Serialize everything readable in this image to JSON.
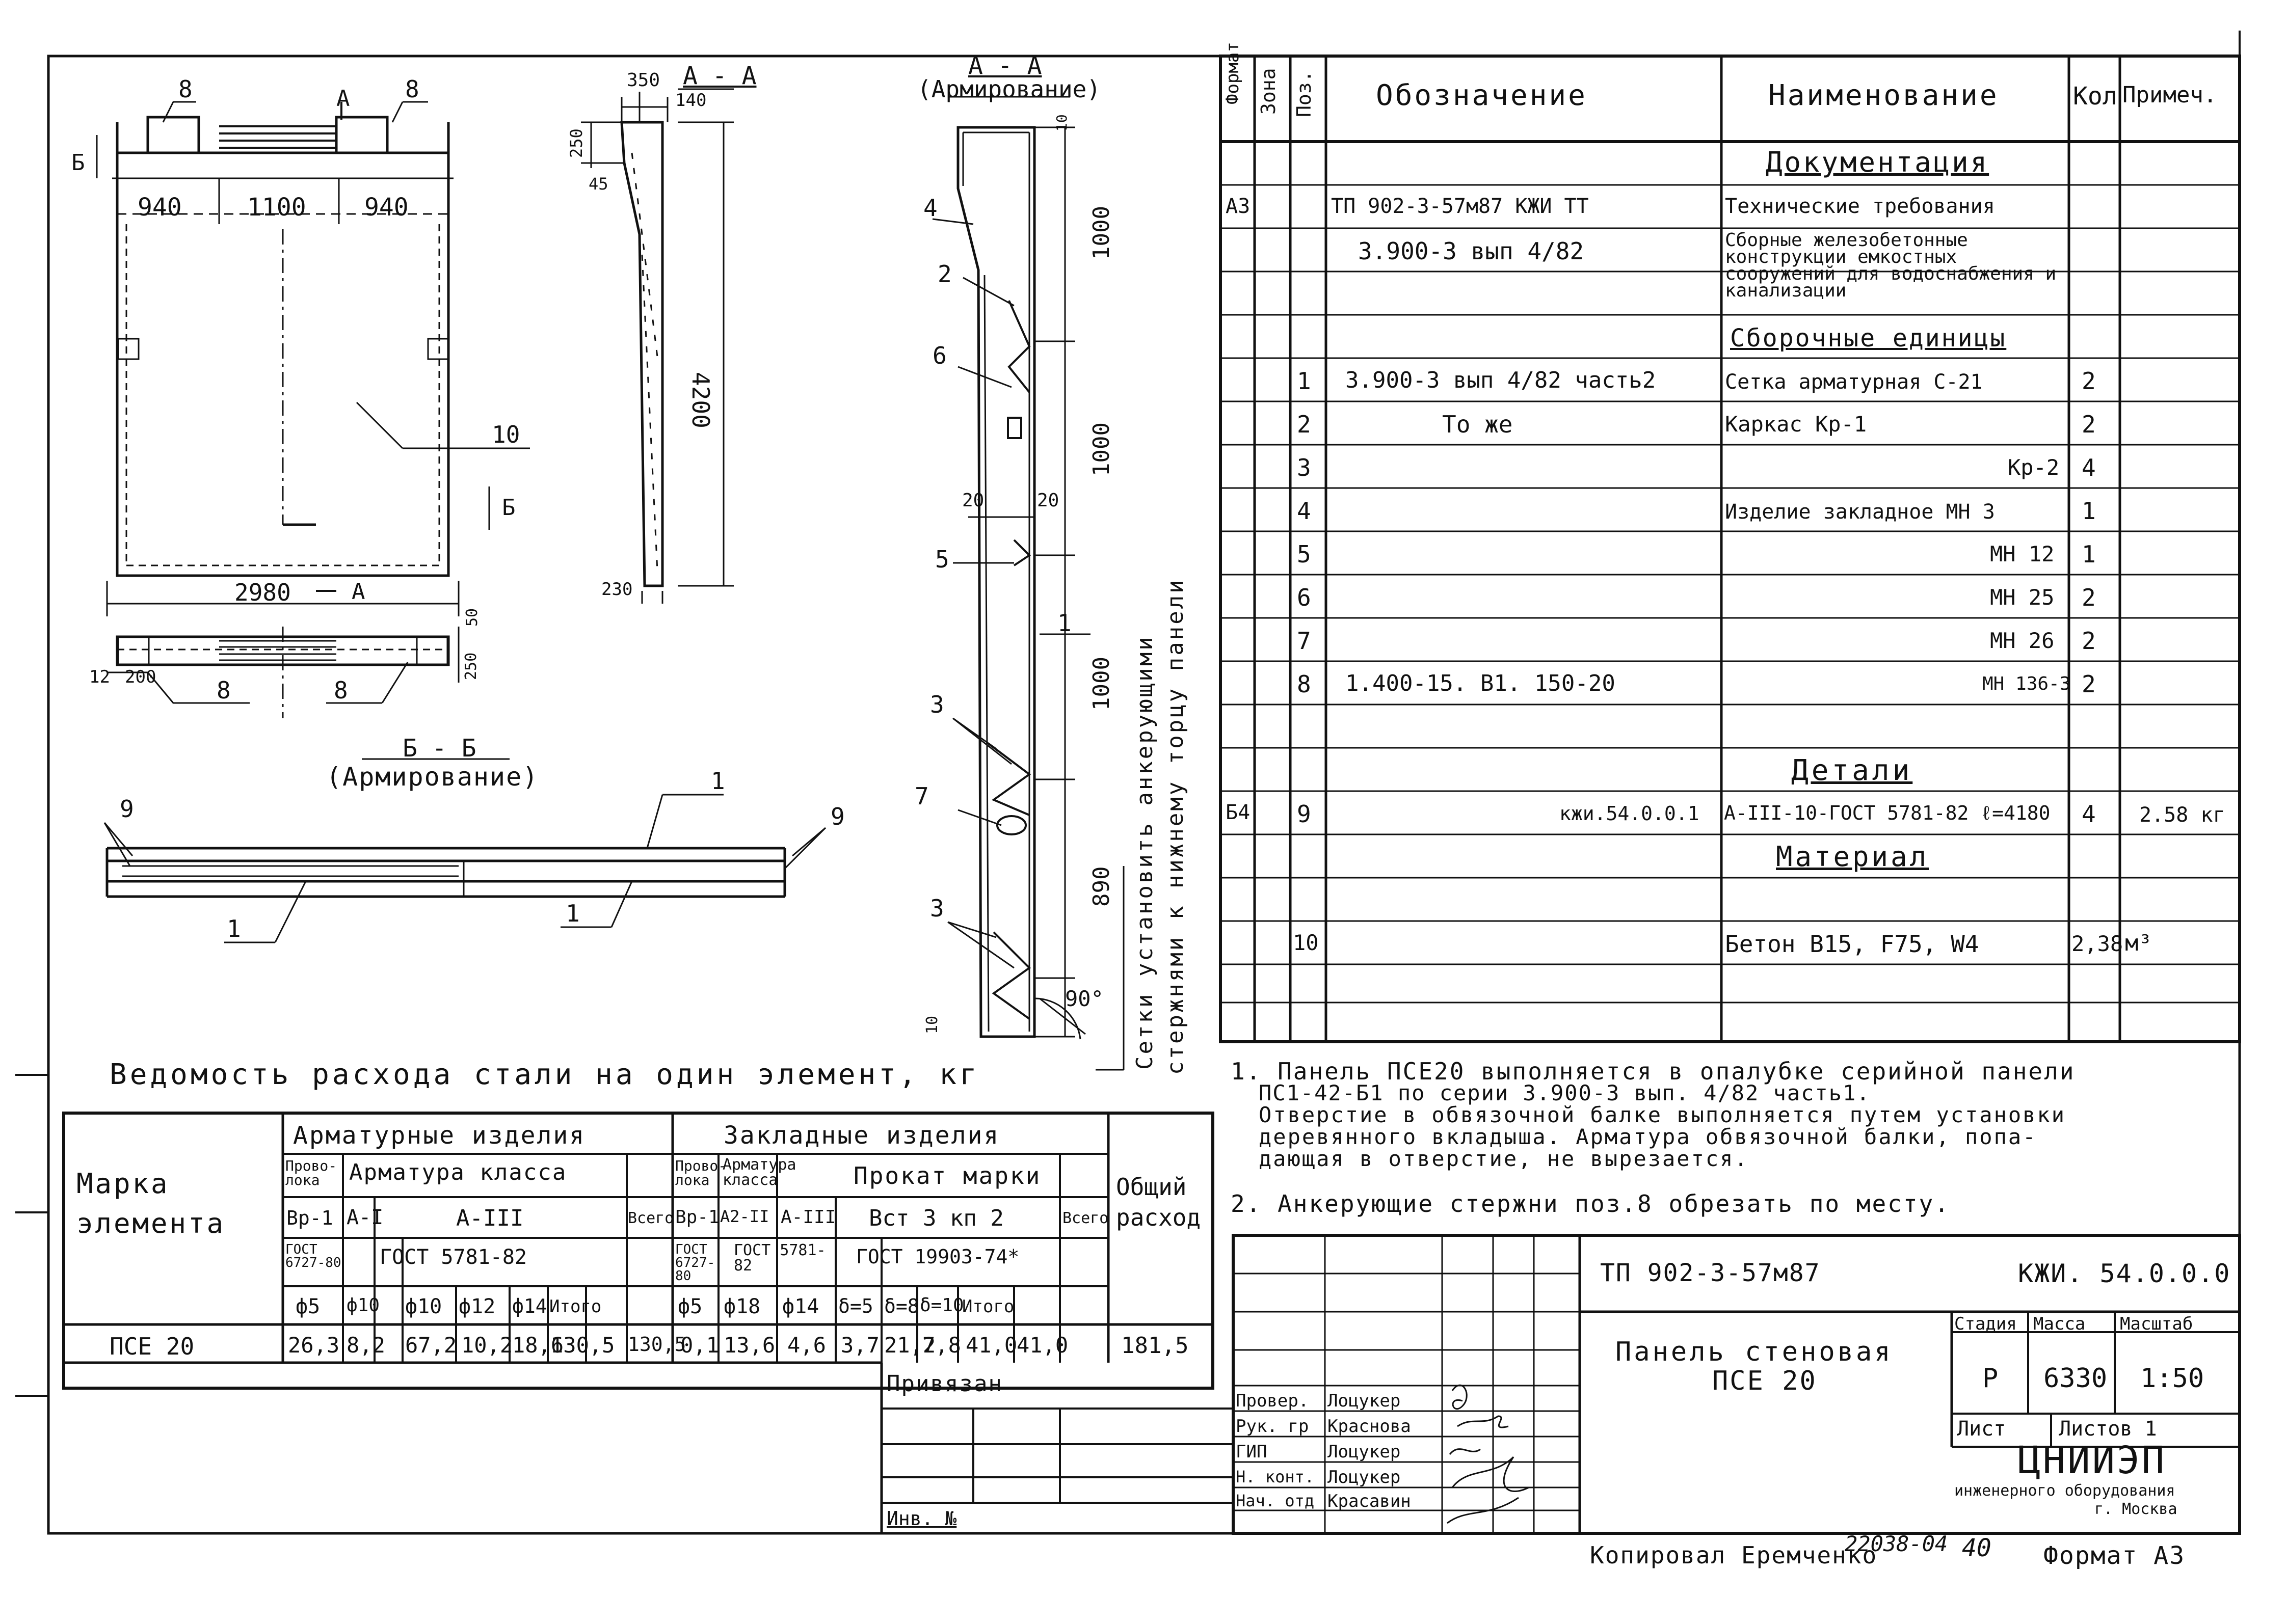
{
  "spec": {
    "headers": {
      "format": "Формат",
      "zone": "Зона",
      "pos": "Поз.",
      "designation": "Обозначение",
      "name": "Наименование",
      "qty": "Кол",
      "note": "Примеч."
    },
    "section_docs": "Документация",
    "section_units": "Сборочные единицы",
    "section_details": "Детали",
    "section_material": "Материал",
    "rows": [
      {
        "format": "А3",
        "pos": "",
        "designation": "ТП 902-3-57м87   КЖИ ТТ",
        "name": "Технические требования",
        "qty": "",
        "note": ""
      },
      {
        "format": "",
        "pos": "",
        "designation": "3.900-3 вып 4/82",
        "name": "Сборные железобетонные конструкции емкостных сооружений для водоснабжения и канализации",
        "qty": "",
        "note": ""
      },
      {
        "format": "",
        "pos": "1",
        "designation": "3.900-3 вып 4/82 часть2",
        "name": "Сетка арматурная   С-21",
        "qty": "2",
        "note": ""
      },
      {
        "format": "",
        "pos": "2",
        "designation": "То же",
        "name": "Каркас   Кр-1",
        "qty": "2",
        "note": ""
      },
      {
        "format": "",
        "pos": "3",
        "designation": "",
        "name": "Кр-2",
        "qty": "4",
        "note": ""
      },
      {
        "format": "",
        "pos": "4",
        "designation": "",
        "name": "Изделие закладное  МН 3",
        "qty": "1",
        "note": ""
      },
      {
        "format": "",
        "pos": "5",
        "designation": "",
        "name": "МН 12",
        "qty": "1",
        "note": ""
      },
      {
        "format": "",
        "pos": "6",
        "designation": "",
        "name": "МН 25",
        "qty": "2",
        "note": ""
      },
      {
        "format": "",
        "pos": "7",
        "designation": "",
        "name": "МН 26",
        "qty": "2",
        "note": ""
      },
      {
        "format": "",
        "pos": "8",
        "designation": "1.400-15. В1.  150-20",
        "name": "МН 136-3",
        "qty": "2",
        "note": ""
      },
      {
        "format": "Б4",
        "pos": "9",
        "designation": "кжи.54.0.0.1",
        "name": "А-III-10-ГОСТ 5781-82 ℓ=4180",
        "qty": "4",
        "note": "2.58 кг"
      },
      {
        "format": "",
        "pos": "10",
        "designation": "",
        "name": "Бетон  В15, F75, W4",
        "qty": "2,38",
        "note": "м³"
      }
    ]
  },
  "notes": [
    "1. Панель ПСЕ20 выполняется в опалубке серийной панели",
    "ПС1-42-Б1 по серии 3.900-3 вып. 4/82 часть1.",
    "Отверстие в обвязочной балке выполняется путем установки",
    "деревянного вкладыша. Арматура обвязочной балки, попа-",
    "дающая в отверстие, не вырезается.",
    "2. Анкерующие стержни поз.8 обрезать по месту."
  ],
  "drawings": {
    "view1": {
      "dims": [
        "940",
        "1100",
        "940",
        "2980",
        "200",
        "12",
        "250",
        "50"
      ],
      "labels": [
        "8",
        "8",
        "8",
        "8",
        "10",
        "А",
        "А",
        "Б",
        "Б"
      ]
    },
    "section_aa": {
      "title": "А - А",
      "dims": [
        "350",
        "140",
        "250",
        "45",
        "4200",
        "230"
      ]
    },
    "section_aa_reinf": {
      "title": "А - А",
      "subtitle": "(Армирование)",
      "dims": [
        "10",
        "1000",
        "1000",
        "1000",
        "890",
        "20",
        "20",
        "10",
        "90°"
      ],
      "labels": [
        "4",
        "2",
        "6",
        "5",
        "3",
        "7",
        "3",
        "1"
      ]
    },
    "section_bb": {
      "title": "Б - Б",
      "subtitle": "(Армирование)",
      "labels": [
        "9",
        "9",
        "1",
        "1",
        "1"
      ]
    },
    "vertical_note": [
      "Сетки установить анкерующими",
      "стержнями к нижнему торцу панели"
    ]
  },
  "steel": {
    "title": "Ведомость расхода стали на один элемент, кг",
    "h_mark": "Марка элемента",
    "h_arm": "Арматурные изделия",
    "h_emb": "Закладные изделия",
    "h_total": "Общий расход",
    "wire": "Прово-лока",
    "arm_class": "Арматура класса",
    "rolled": "Прокат марки",
    "vsego": "Всего",
    "vr1": "Вр-1",
    "a1": "А-I",
    "a3": "А-III",
    "a2": "А2-II",
    "vst": "Вст 3 кп 2",
    "gost_wire": "ГОСТ 6727-80",
    "gost_a": "ГОСТ 5781-82",
    "gost_roll": "ГОСТ 19903-74*",
    "diam": [
      "ф5",
      "ф10",
      "ф10",
      "ф12",
      "ф14",
      "Итого",
      "ф5",
      "ф18",
      "ф14",
      "δ=5",
      "δ=8",
      "δ=10",
      "Итого"
    ],
    "mark": "ПСЕ 20",
    "values": [
      "26,3",
      "8,2",
      "67,2",
      "10,2",
      "18,6",
      "130,5",
      "130,5",
      "0,1",
      "13,6",
      "4,6",
      "3,7",
      "21,2",
      "7,8",
      "41,0",
      "41,0",
      "181,5"
    ],
    "privyazan": "Привязан",
    "inv": "Инв. №"
  },
  "stamp": {
    "project": "ТП 902-3-57м87",
    "code": "КЖИ. 54.0.0.0",
    "title1": "Панель стеновая",
    "title2": "ПСЕ 20",
    "stage_h": "Стадия",
    "mass_h": "Масса",
    "scale_h": "Масштаб",
    "stage": "Р",
    "mass": "6330",
    "scale": "1:50",
    "sheet": "Лист",
    "sheets": "Листов  1",
    "org1": "ЦНИИЭП",
    "org2": "инженерного оборудования",
    "org3": "г. Москва",
    "roles": [
      "Провер.",
      "Рук. гр",
      "ГИП",
      "Н. конт.",
      "Нач. отд"
    ],
    "names": [
      "Лоцукер",
      "Краснова",
      "Лоцукер",
      "Лоцукер",
      "Красавин"
    ]
  },
  "footer": {
    "copied": "Копировал  Еремченко",
    "num": "22038-04",
    "page": "40",
    "format": "Формат А3"
  }
}
